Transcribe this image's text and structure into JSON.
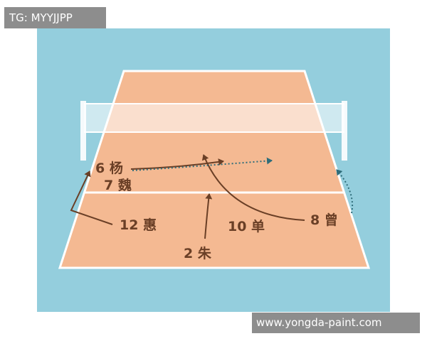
{
  "watermarks": {
    "top": "TG: MYYJJPP",
    "bottom": "www.yongda-paint.com"
  },
  "players": {
    "p6": "6 杨",
    "p7": "7 魏",
    "p12": "12 惠",
    "p10": "10 单",
    "p8": "8 曾",
    "p2": "2 朱"
  },
  "colors": {
    "background": "#94cedd",
    "court": "#f4b992",
    "lines": "#ffffff",
    "label_text": "#6a3f26",
    "arrow": "#6a3f26",
    "trajectory": "#2f6d7a",
    "watermark_bg": "#8d8d8d"
  }
}
